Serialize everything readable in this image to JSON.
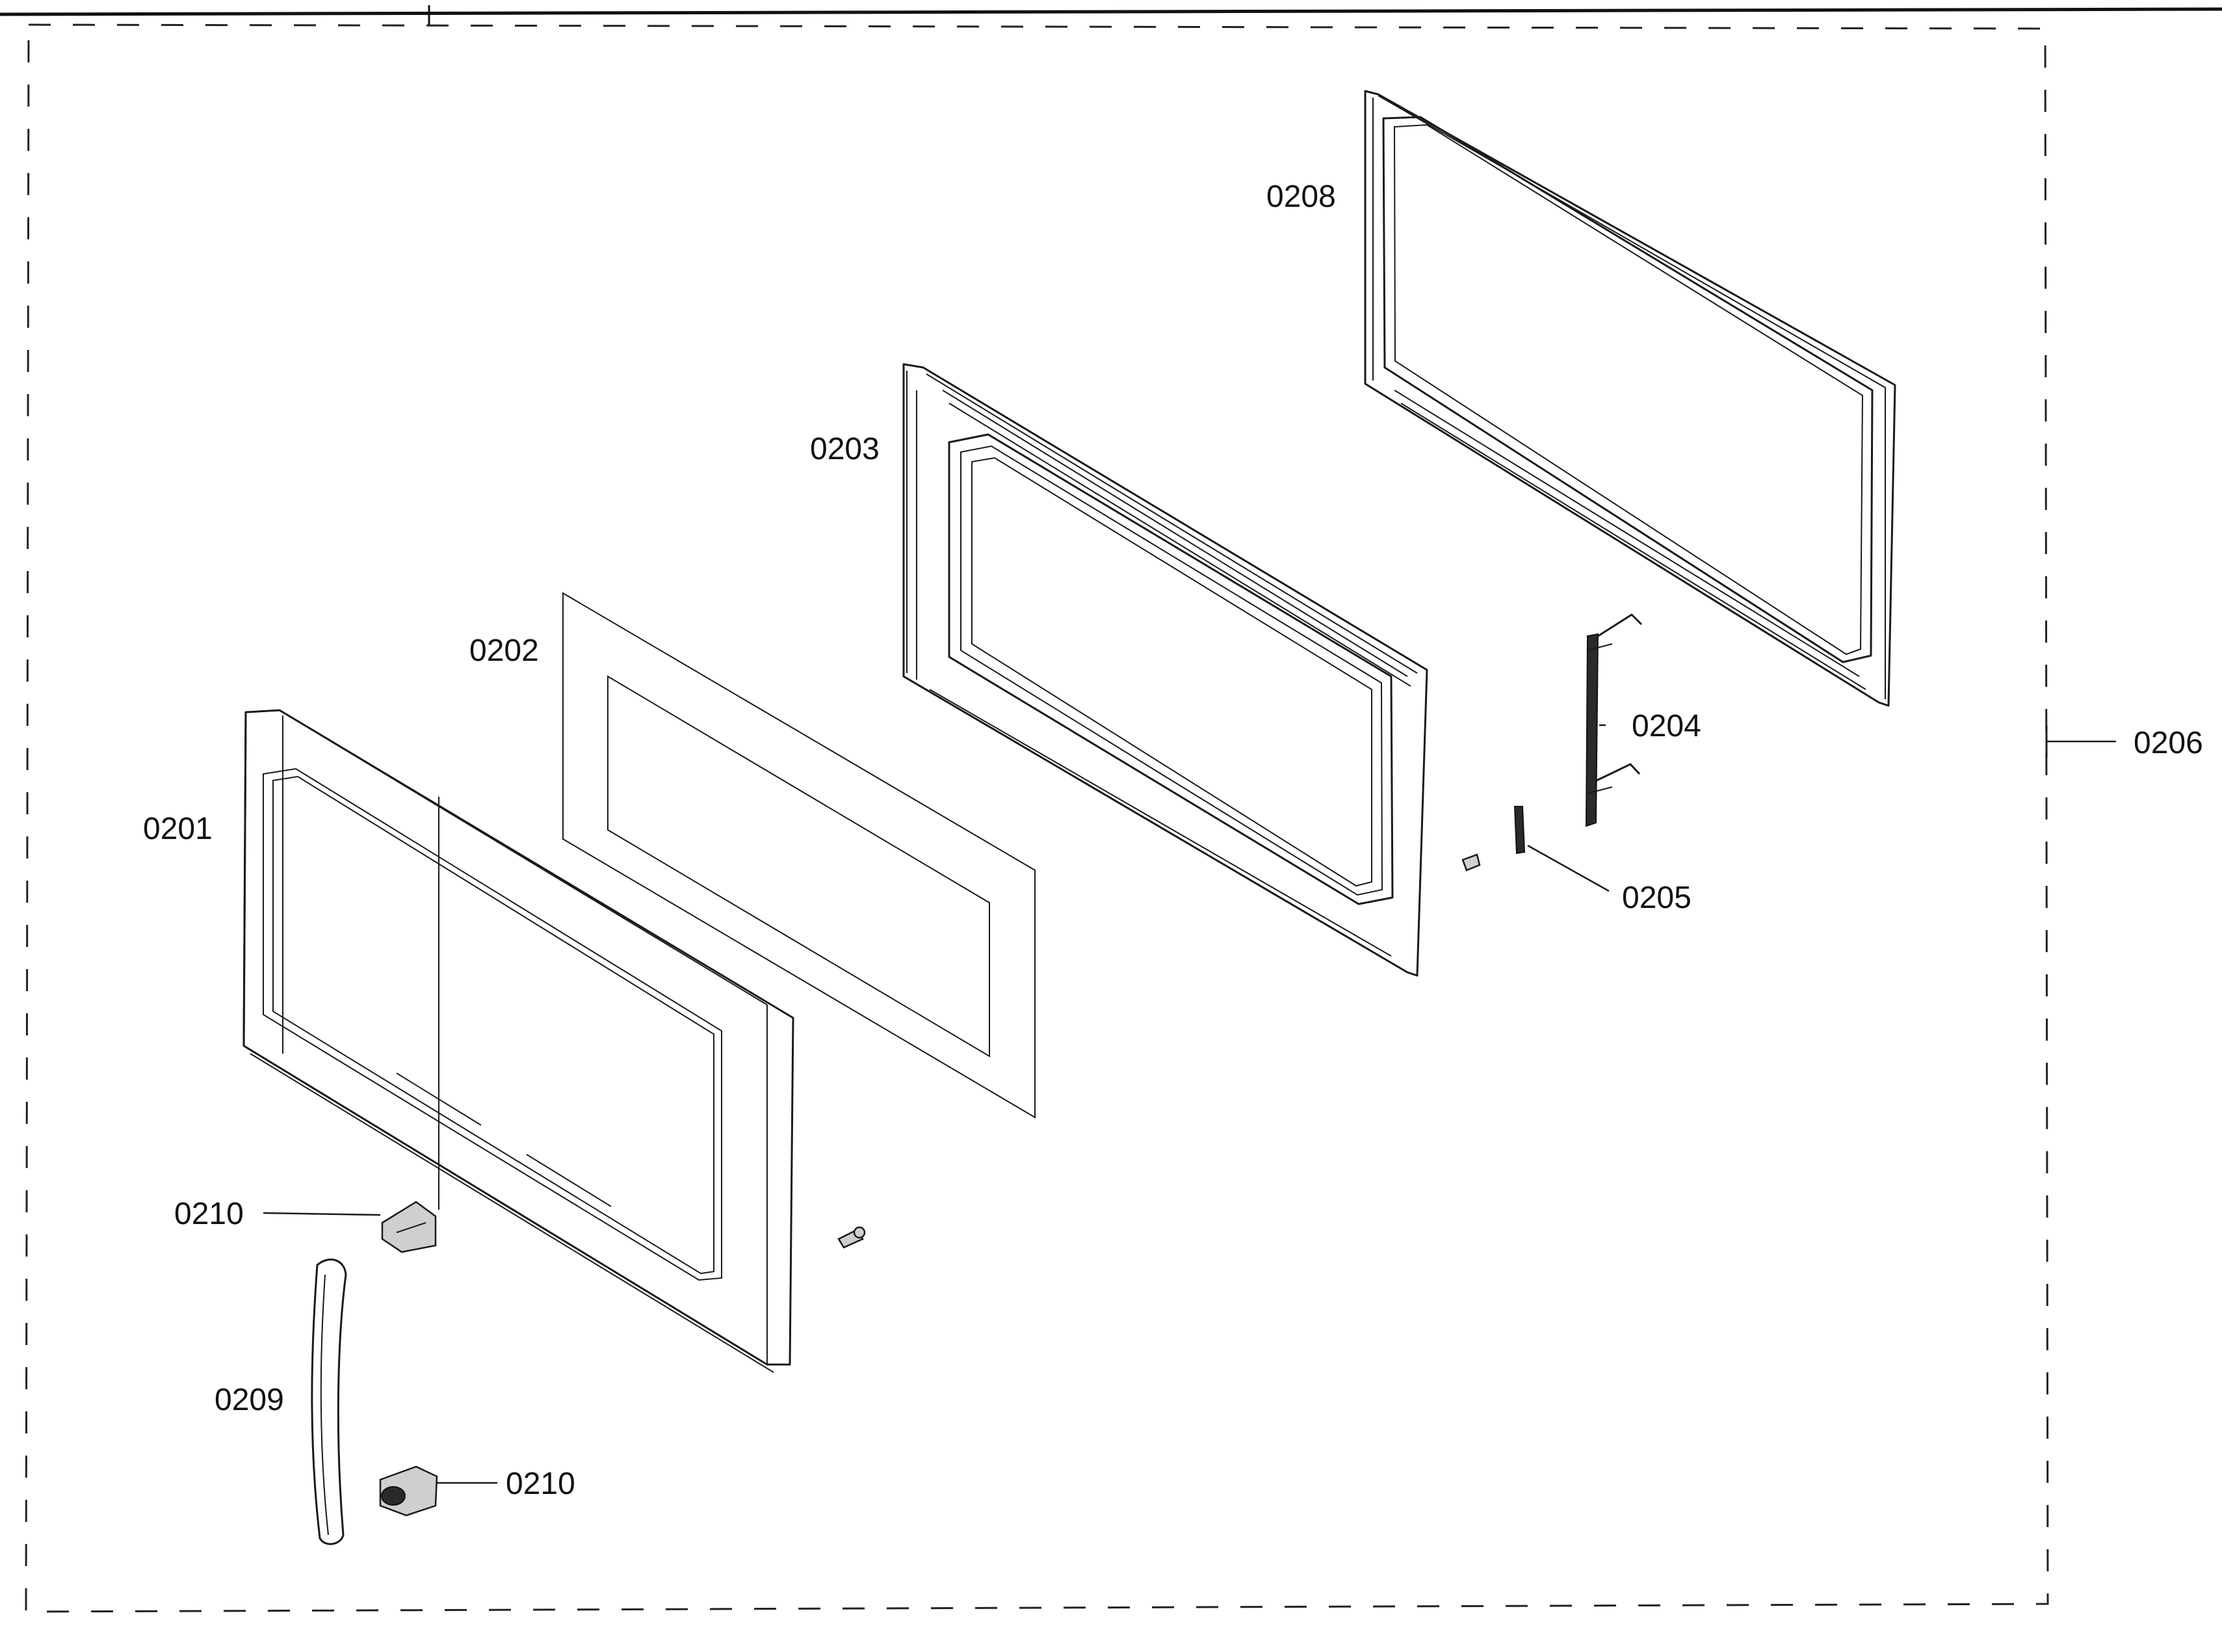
{
  "labels": {
    "p0201": "0201",
    "p0202": "0202",
    "p0203": "0203",
    "p0204": "0204",
    "p0205": "0205",
    "p0206": "0206",
    "p0208": "0208",
    "p0209": "0209",
    "p0210a": "0210",
    "p0210b": "0210"
  }
}
